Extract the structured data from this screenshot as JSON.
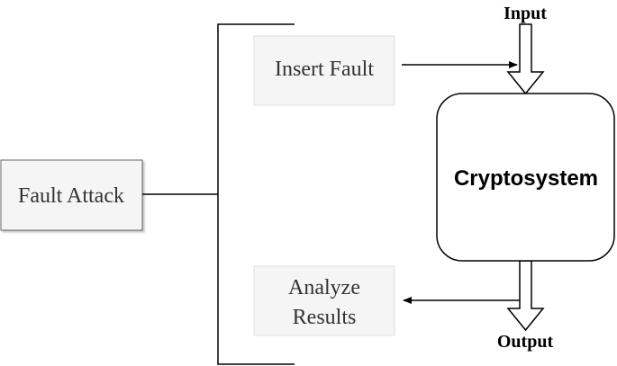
{
  "diagram": {
    "fault_attack": {
      "label": "Fault Attack"
    },
    "insert_fault": {
      "label": "Insert Fault"
    },
    "analyze_results": {
      "line1": "Analyze",
      "line2": "Results"
    },
    "cryptosystem": {
      "label": "Cryptosystem"
    },
    "input": {
      "label": "Input"
    },
    "output": {
      "label": "Output"
    }
  },
  "colors": {
    "box_fill": "#f5f5f5",
    "box_stroke": "#666666",
    "line": "#000000"
  }
}
